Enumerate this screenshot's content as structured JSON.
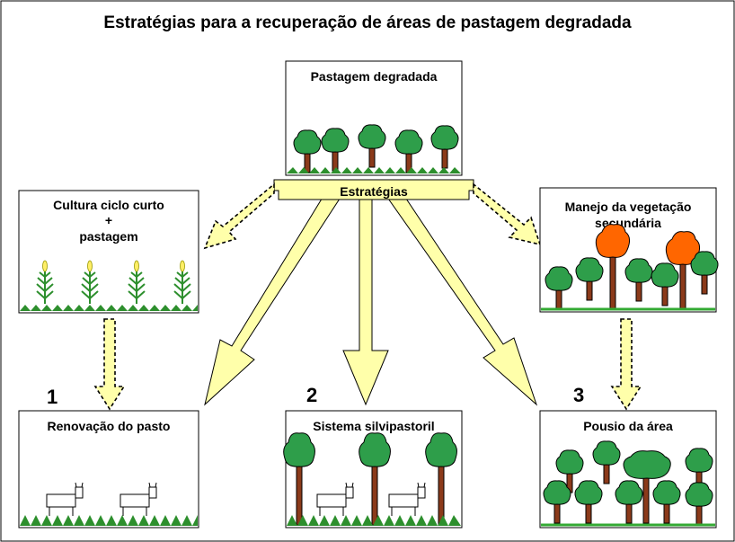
{
  "title": "Estratégias para a recuperação de áreas de pastagem degradada",
  "strategies_label": "Estratégias",
  "boxes": {
    "degraded": {
      "label": "Pastagem degradada"
    },
    "short_cycle": {
      "line1": "Cultura ciclo curto",
      "line2": "+",
      "line3": "pastagem"
    },
    "secondary_veg": {
      "line1": "Manejo da vegetação",
      "line2": "secundária"
    },
    "renewal": {
      "number": "1",
      "label": "Renovação do pasto"
    },
    "silvipastoral": {
      "number": "2",
      "label": "Sistema silvipastoril"
    },
    "fallow": {
      "number": "3",
      "label": "Pousio da área"
    }
  },
  "colors": {
    "arrow_fill": "#ffffaa",
    "grass": "#2d8f2d",
    "tree": "#2e9e4a",
    "trunk": "#8b3a1a",
    "autumn_tree": "#ff6600",
    "ground_line": "#33aa33"
  }
}
